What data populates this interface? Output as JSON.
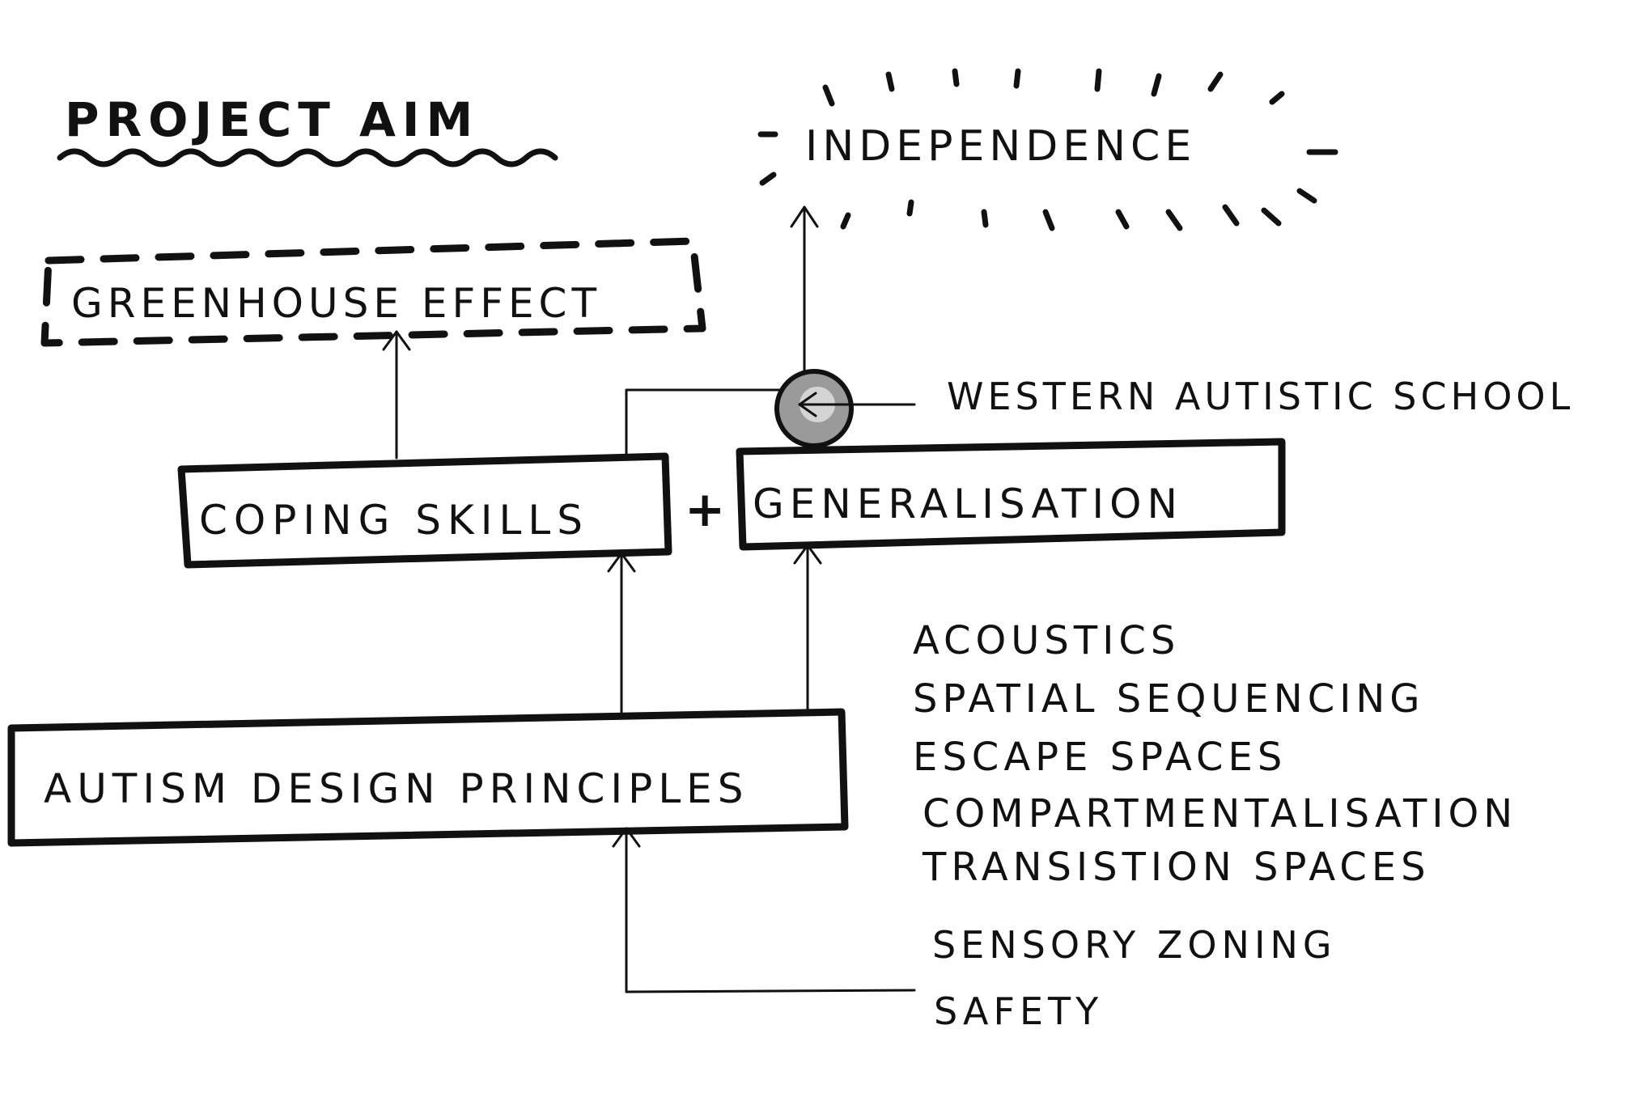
{
  "title": "PROJECT AIM",
  "goal": "INDEPENDENCE",
  "greenhouse": "GREENHOUSE EFFECT",
  "western_school": "WESTERN AUTISTIC SCHOOL",
  "coping": "COPING SKILLS",
  "plus": "+",
  "generalisation": "GENERALISATION",
  "principles_box": "AUTISM DESIGN PRINCIPLES",
  "principles": [
    "ACOUSTICS",
    "SPATIAL SEQUENCING",
    "ESCAPE SPACES",
    "COMPARTMENTALISATION",
    "TRANSISTION SPACES",
    "SENSORY ZONING",
    "SAFETY"
  ]
}
